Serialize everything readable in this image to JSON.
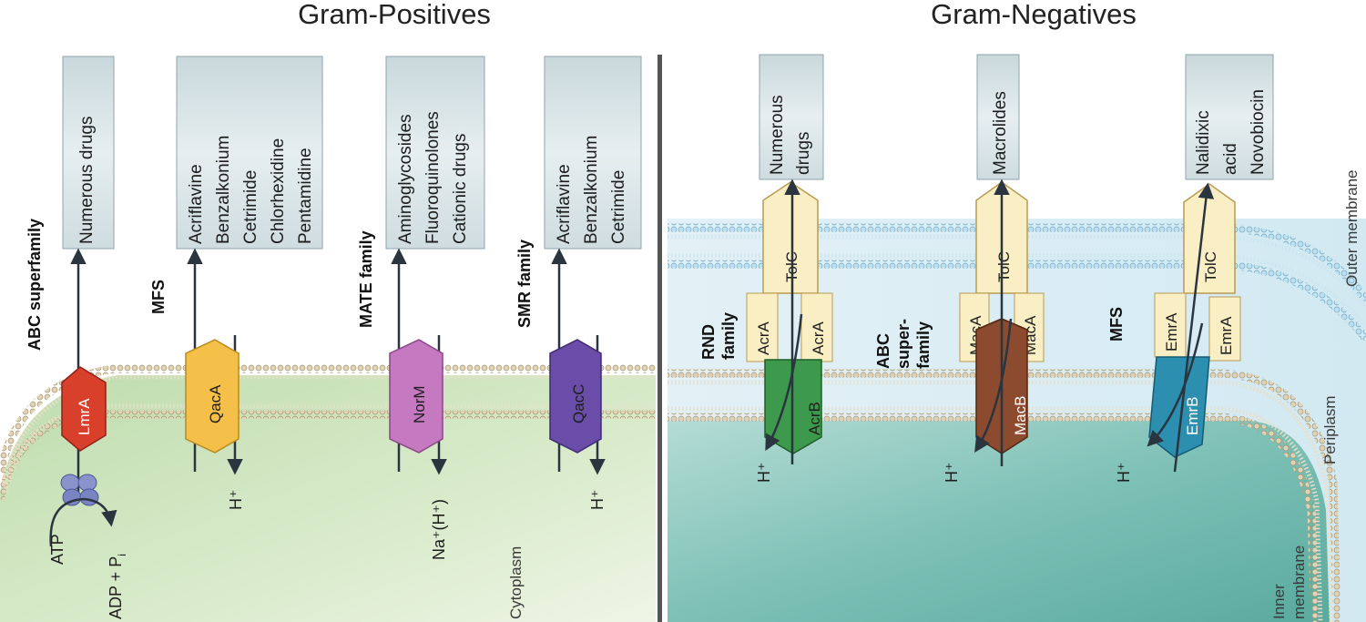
{
  "titles": {
    "left": "Gram-Positives",
    "right": "Gram-Negatives"
  },
  "gram_positive": {
    "families": [
      "ABC superfamily",
      "MFS",
      "MATE family",
      "SMR family"
    ],
    "proteins": [
      "LmrA",
      "QacA",
      "NorM",
      "QacC"
    ],
    "substrates": [
      [
        "Numerous drugs"
      ],
      [
        "Acriflavine",
        "Benzalkonium",
        "Cetrimide",
        "Chlorhexidine",
        "Pentamidine"
      ],
      [
        "Aminoglycosides",
        "Fluoroquinolones",
        "Cationic drugs"
      ],
      [
        "Acriflavine",
        "Benzalkonium",
        "Cetrimide"
      ]
    ],
    "ions": {
      "atp": "ATP",
      "adp": "ADP + P",
      "adp_sub": "i",
      "qaca": "H⁺",
      "norm": "Na⁺(H⁺)",
      "qacc": "H⁺"
    },
    "regions": {
      "cytoplasm": "Cytoplasm"
    }
  },
  "gram_negative": {
    "families": [
      [
        "RND",
        "family"
      ],
      [
        "ABC",
        "super-",
        "family"
      ],
      [
        "MFS"
      ]
    ],
    "outer_proteins": [
      "TolC",
      "TolC",
      "TolC"
    ],
    "adaptors": [
      "AcrA",
      "MacA",
      "EmrA"
    ],
    "inner_proteins": [
      "AcrB",
      "MacB",
      "EmrB"
    ],
    "substrates": [
      [
        "Numerous",
        "drugs"
      ],
      [
        "Macrolides"
      ],
      [
        "Nalidixic",
        "acid",
        "Novobiocin"
      ]
    ],
    "ions": [
      "H⁺",
      "H⁺",
      "H⁺"
    ],
    "regions": {
      "outer_membrane": "Outer membrane",
      "periplasm": "Periplasm",
      "inner_membrane": [
        "Inner",
        "membrane"
      ]
    }
  },
  "colors": {
    "lmra": "#d9402c",
    "qaca": "#f5c04a",
    "norm": "#c479c0",
    "qacc": "#6a4da8",
    "acrb": "#3d9a4d",
    "macb": "#8c4a2e",
    "emrb": "#2d8fb0",
    "tolc": "#faefc4",
    "box": "#d7e3e6",
    "lipid": "#d8c7a8",
    "lipid_outer": "#9fcde0"
  }
}
